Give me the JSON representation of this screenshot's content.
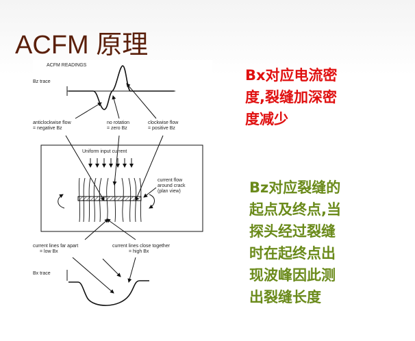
{
  "slide": {
    "title": "ACFM 原理",
    "figure": {
      "heading": "ACFM READINGS",
      "bz_trace": "Bz trace",
      "anticlockwise_1": "anticlockwise flow",
      "anticlockwise_2": "= negative Bz",
      "norotation_1": "no rotation",
      "norotation_2": "= zero Bz",
      "clockwise_1": "clockwise flow",
      "clockwise_2": "= positive Bz",
      "uniform": "Uniform input current",
      "flow_1": "current flow",
      "flow_2": "around crack",
      "flow_3": "(plan view)",
      "far_1": "current lines far apart",
      "far_2": "= low Bx",
      "close_1": "current lines close together",
      "close_2": "= high Bx",
      "bx_trace": "Bx trace"
    },
    "callout_red": [
      "Bx对应电流密",
      "度,裂缝加深密",
      "度减少"
    ],
    "callout_green": [
      "Bz对应裂缝的",
      "起点及终点,当",
      "探头经过裂缝",
      "时在起终点出",
      "现波峰因此测",
      "出裂缝长度"
    ],
    "colors": {
      "title": "#5a1f0a",
      "red_text": "#e01010",
      "green_text": "#6a8a1a"
    }
  }
}
